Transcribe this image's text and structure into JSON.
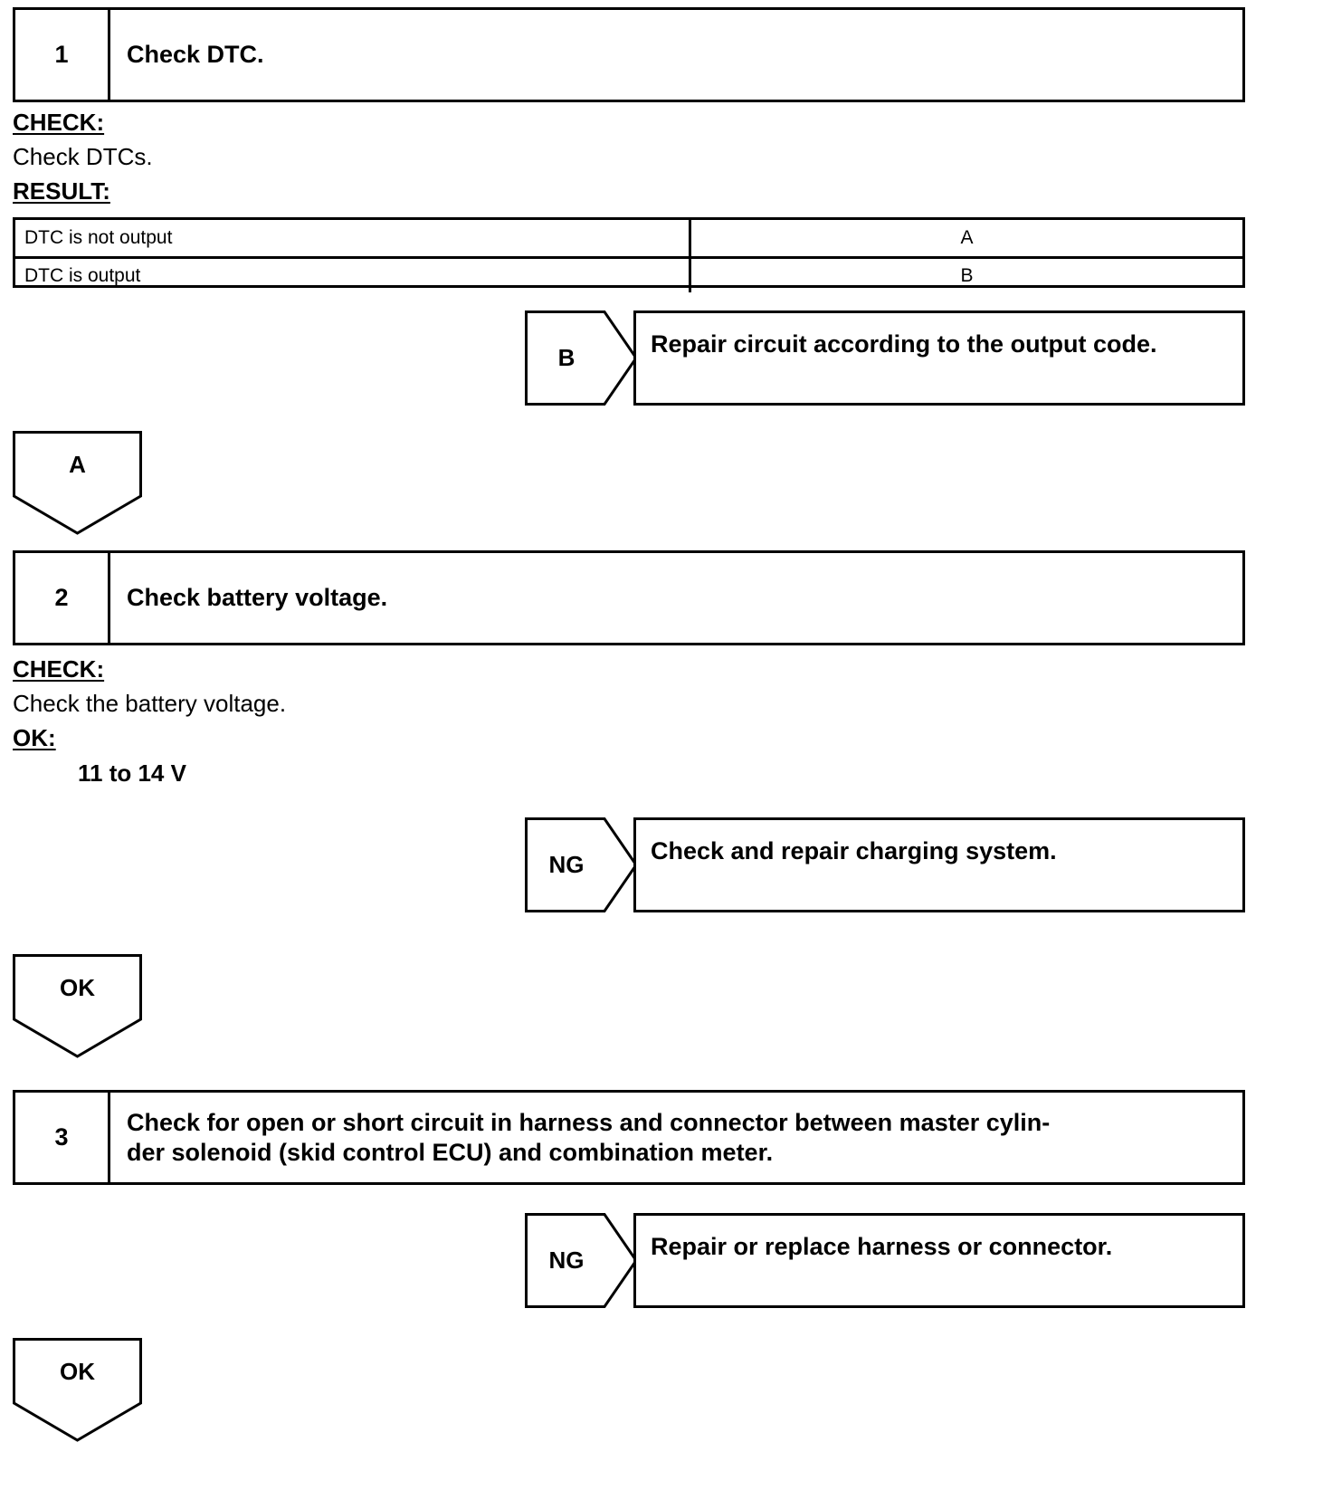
{
  "document": {
    "kind": "diagnostic-troubleshooting-flowchart",
    "title": "Check DTC."
  },
  "steps": [
    {
      "number": "1",
      "title": "Check DTC.",
      "check_label": "CHECK:",
      "check_text": "Check DTCs.",
      "result_label": "RESULT:",
      "result_table": {
        "rows": [
          {
            "condition": "DTC is not output",
            "value": "A"
          },
          {
            "condition": "DTC is output",
            "value": "B"
          }
        ]
      }
    },
    {
      "number": "2",
      "title": "Check battery voltage.",
      "check_label": "CHECK:",
      "check_text": "Check the battery voltage.",
      "ok_label": "OK:",
      "ok_value": "11 to 14 V"
    },
    {
      "number": "3",
      "title": "Check for open or short circuit in harness and connector between master cylinder solenoid (skid control ECU) and combination meter.",
      "title_line_1": "Check for open or short circuit in harness and connector between master cylin-",
      "title_line_2": "der solenoid (skid control ECU) and combination meter."
    }
  ],
  "branches": [
    {
      "tag": "B",
      "action": "Repair circuit according to the output code."
    },
    {
      "tag": "NG",
      "action": "Check and repair charging system."
    },
    {
      "tag": "NG",
      "action": "Repair or replace harness or connector."
    }
  ],
  "connectors": [
    {
      "label": "A"
    },
    {
      "label": "OK"
    },
    {
      "label": "OK"
    }
  ],
  "colors": {
    "ink": "#000000",
    "paper": "#ffffff"
  }
}
